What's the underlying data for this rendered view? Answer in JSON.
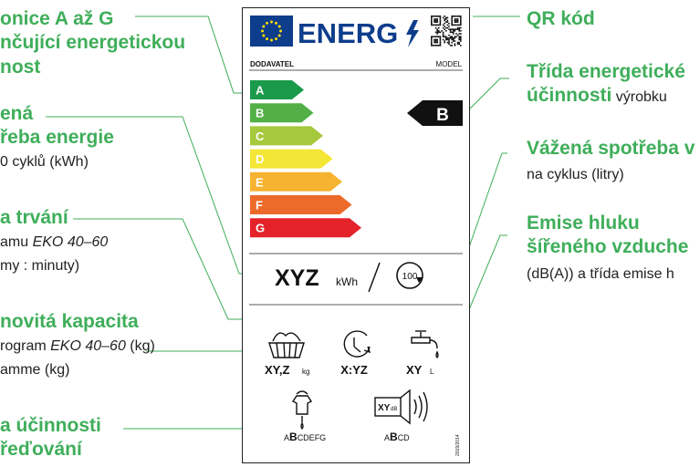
{
  "callouts": {
    "classes_line1": "onice A až G",
    "classes_line2": "nčující energetickou",
    "classes_line3": "nost",
    "weighted_energy_line1": "ená",
    "weighted_energy_line2": "řeba energie",
    "weighted_energy_sub": "0 cyklů (kWh)",
    "duration_title": "a trvání",
    "duration_sub1_prefix": "amu ",
    "duration_sub1_italic": "EKO 40–60",
    "duration_sub2": "my : minuty)",
    "capacity_title": "novitá kapacita",
    "capacity_sub1_prefix": "rogram ",
    "capacity_sub1_italic": "EKO 40–60",
    "capacity_sub1_suffix": " (kg)",
    "capacity_sub2": "amme (kg)",
    "spin_line1": "a účinnosti",
    "spin_line2": "řeďování",
    "qr_title": "QR kód",
    "class_title1": "Třída energetické",
    "class_title2_bold": "účinnosti",
    "class_title2_normal": " výrobku",
    "water_title": "Vážená spotřeba v",
    "water_sub": "na cyklus (litry)",
    "noise_title1": "Emise hluku",
    "noise_title2": "šířeného vzduche",
    "noise_sub": "(dB(A)) a třída emise h"
  },
  "label": {
    "energy_word": "ENERG",
    "supplier": "DODAVATEL",
    "model": "MODEL",
    "product_class": "B",
    "classes": [
      "A",
      "B",
      "C",
      "D",
      "E",
      "F",
      "G"
    ],
    "class_colors": [
      "#1a9a4a",
      "#52b047",
      "#a6c83c",
      "#f3e636",
      "#f6b330",
      "#ec6a2a",
      "#e4222a"
    ],
    "energy_value": "XYZ",
    "energy_unit": "kWh",
    "cycles": "100",
    "capacity_value": "XY,Z",
    "capacity_unit": "kg",
    "duration_value": "X:YZ",
    "water_value": "XY",
    "water_unit": "L",
    "spin_scale_prefix": "A",
    "spin_scale_bold": "B",
    "spin_scale_suffix": "CDEFG",
    "noise_value": "XY",
    "noise_unit": "dB",
    "noise_scale_prefix": "A",
    "noise_scale_bold": "B",
    "noise_scale_suffix": "CD",
    "regulation": "2019/2014"
  },
  "colors": {
    "accent_green": "#3fae5a",
    "eu_blue": "#0e3d8c",
    "eu_yellow": "#ffdd00"
  }
}
